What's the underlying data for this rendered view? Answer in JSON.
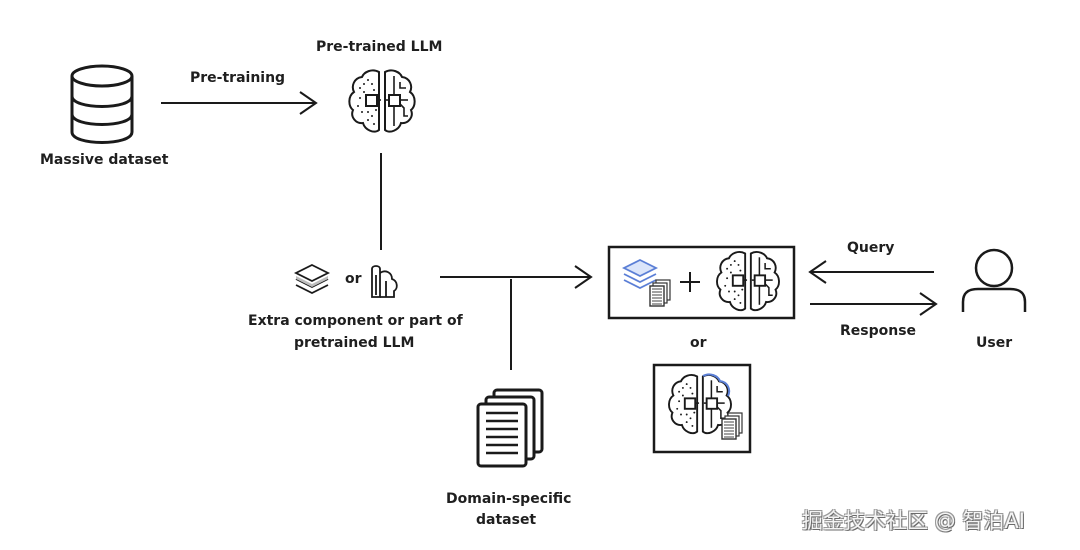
{
  "diagram": {
    "nodes": {
      "massive_dataset": {
        "label": "Massive dataset",
        "icon": "database-icon"
      },
      "pretrained_llm": {
        "label": "Pre-trained LLM",
        "icon": "brain-chip-icon"
      },
      "extra_component": {
        "label_line1": "Extra component or part of",
        "label_line2": "pretrained LLM",
        "icons": [
          "layers-icon",
          "brain-half-icon"
        ],
        "or_text": "or"
      },
      "domain_dataset": {
        "label_line1": "Domain-specific",
        "label_line2": "dataset",
        "icon": "documents-icon"
      },
      "combined_model": {
        "option_a": "layers + documents + brain",
        "or_text": "or",
        "option_b": "brain with documents"
      },
      "user": {
        "label": "User",
        "icon": "user-icon"
      }
    },
    "edges": {
      "pretraining": "Pre-training",
      "query": "Query",
      "response": "Response"
    },
    "colors": {
      "stroke": "#1a1a1a",
      "accent": "#5b7fd6",
      "accent_fill": "#c9d6f3"
    }
  },
  "watermark": "掘金技术社区 @ 智泊AI"
}
